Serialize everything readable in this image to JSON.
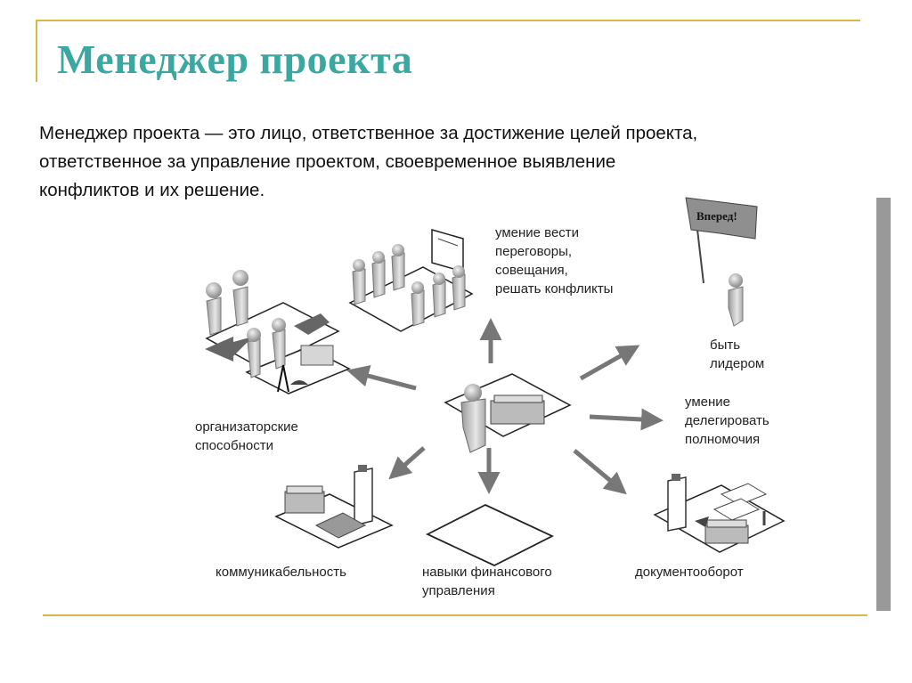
{
  "slide": {
    "title": "Менеджер проекта",
    "paragraph_lines": [
      "Менеджер проекта — это лицо, ответственное за достижение целей проекта,",
      "ответственное за управление проектом, своевременное выявление",
      "конфликтов и их решение."
    ]
  },
  "diagram": {
    "flag_text": "Вперед!",
    "nodes": {
      "negotiation": [
        "умение вести",
        "переговоры,",
        "совещания,",
        "решать конфликты"
      ],
      "leader": [
        "быть",
        "лидером"
      ],
      "delegate": [
        "умение",
        "делегировать",
        "полномочия"
      ],
      "documents": [
        "документооборот"
      ],
      "finance": [
        "навыки финансового",
        "управления"
      ],
      "communication": [
        "коммуникабельность"
      ],
      "organization": [
        "организаторские",
        "способности"
      ]
    }
  },
  "colors": {
    "title": "#3aa7a1",
    "accent_lines": "#d9b64a",
    "scrollbar": "#999999"
  }
}
